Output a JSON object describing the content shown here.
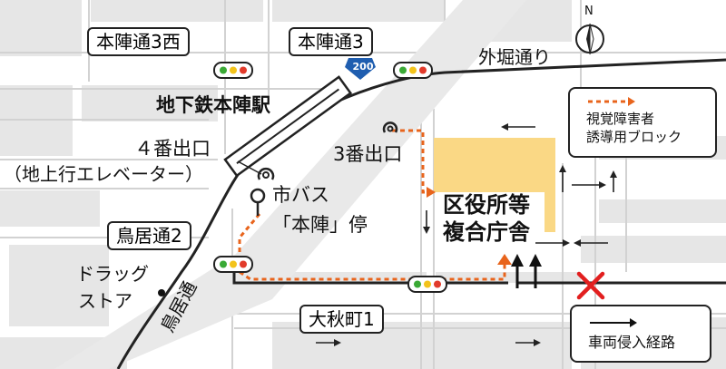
{
  "intersections": {
    "hon_jindori_3_nishi": "本陣通3西",
    "hon_jindori_3": "本陣通3",
    "toriidori_2": "鳥居通2",
    "oakicho_1": "大秋町1"
  },
  "roads": {
    "route_badge": "200",
    "sotobori_dori": "外堀通り",
    "toriidori": "鳥居通"
  },
  "station": {
    "name": "地下鉄本陣駅",
    "exit4": "４番出口",
    "exit4_note": "（地上行エレベーター）",
    "exit3": "3番出口"
  },
  "bus_stop": {
    "line1": "市バス",
    "line2": "「本陣」停"
  },
  "drugstore": {
    "line1": "ドラッグ",
    "line2": "ストア"
  },
  "building": {
    "line1": "区役所等",
    "line2": "複合庁舎"
  },
  "legend": {
    "braille_line1": "視覚障害者",
    "braille_line2": "誘導用ブロック",
    "vehicle_route": "車両侵入経路"
  },
  "compass": {
    "north": "N"
  },
  "colors": {
    "building": "#fad885",
    "braille_route": "#e8641c",
    "no_entry": "#e21f1f",
    "block": "#e6e6e6",
    "route_badge": "#1f5eb0"
  }
}
